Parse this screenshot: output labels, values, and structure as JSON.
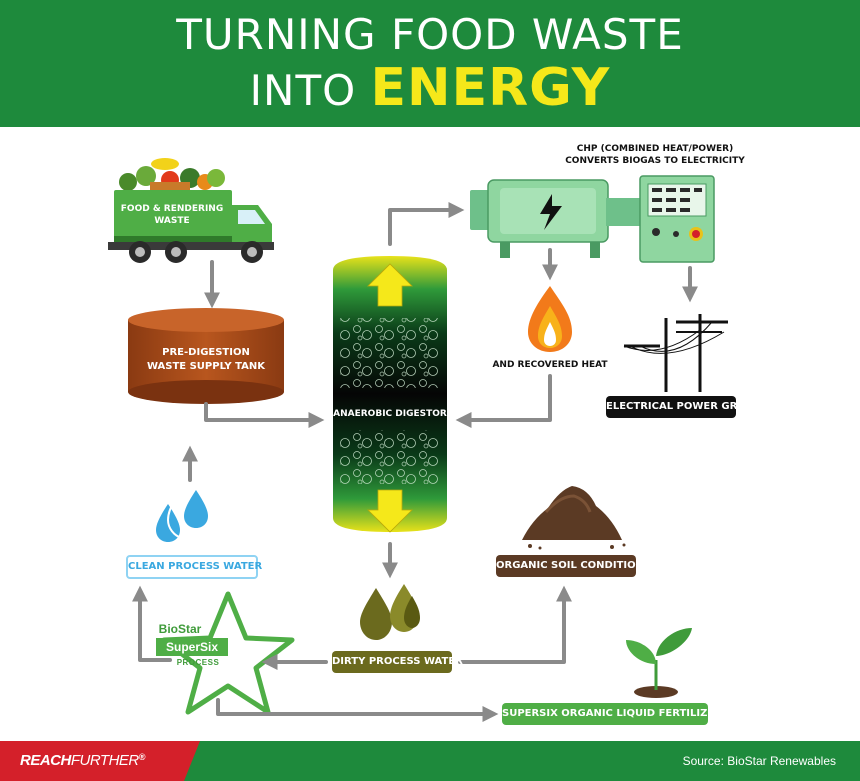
{
  "header": {
    "title_line1": "TURNING FOOD WASTE",
    "title_line2_prefix": "INTO ",
    "title_line2_highlight": "ENERGY"
  },
  "nodes": {
    "truck_label": [
      "FOOD & RENDERING",
      "WASTE"
    ],
    "tank_label": [
      "PRE-DIGESTION",
      "WASTE SUPPLY TANK"
    ],
    "digestor_label": "ANAEROBIC DIGESTOR",
    "chp_label": [
      "CHP (COMBINED HEAT/POWER)",
      "CONVERTS BIOGAS TO ELECTRICITY"
    ],
    "heat_label": "AND RECOVERED HEAT",
    "grid_label": "ELECTRICAL POWER GRID",
    "clean_water_label": "CLEAN PROCESS WATER",
    "soil_label": "ORGANIC SOIL CONDITIONER",
    "dirty_water_label": "DIRTY PROCESS WATER",
    "fertilizer_label": "SUPERSIX ORGANIC LIQUID FERTILIZER",
    "process_star": {
      "line1": "BioStar",
      "line2": "SuperSix",
      "line3": "PROCESS"
    }
  },
  "footer": {
    "brand_reach": "REACH",
    "brand_further": "FURTHER",
    "brand_mark": "®",
    "source": "Source: BioStar Renewables"
  },
  "colors": {
    "header_green": "#1e8a3c",
    "highlight_yellow": "#f5e81a",
    "brand_red": "#d4202a",
    "arrow_gray": "#8a8a8a",
    "tank_brown": "#a84a1a",
    "water_blue": "#3aa8e0",
    "dirty_olive": "#6b6a1e",
    "soil_brown": "#5b3a24",
    "fertilizer_green": "#4fae46",
    "chp_green": "#8fd6a0"
  }
}
